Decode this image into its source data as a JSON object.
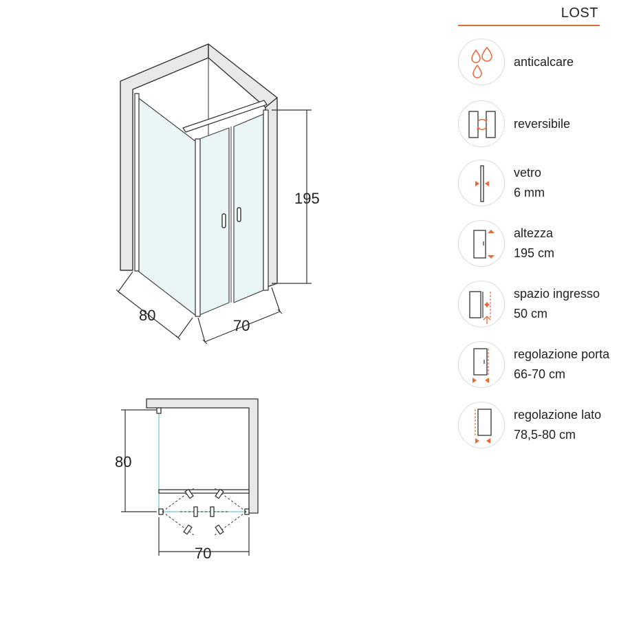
{
  "product": {
    "name": "LOST"
  },
  "dimensions": {
    "iso_side": "80",
    "iso_front": "70",
    "iso_height": "195",
    "plan_side": "80",
    "plan_front": "70"
  },
  "colors": {
    "accent": "#e8683a",
    "glass": "#e9f6f5",
    "wall": "#e8e8e8",
    "outline": "#333333"
  },
  "features": [
    {
      "icon": "water-drops-icon",
      "lines": [
        "anticalcare"
      ]
    },
    {
      "icon": "reversible-icon",
      "lines": [
        "reversibile"
      ]
    },
    {
      "icon": "glass-thickness-icon",
      "lines": [
        "vetro",
        "6 mm"
      ]
    },
    {
      "icon": "height-icon",
      "lines": [
        "altezza",
        "195 cm"
      ]
    },
    {
      "icon": "entry-space-icon",
      "lines": [
        "spazio ingresso",
        "50 cm"
      ]
    },
    {
      "icon": "door-adjustment-icon",
      "lines": [
        "regolazione porta",
        "66-70 cm"
      ]
    },
    {
      "icon": "side-adjustment-icon",
      "lines": [
        "regolazione lato",
        "78,5-80 cm"
      ]
    }
  ]
}
